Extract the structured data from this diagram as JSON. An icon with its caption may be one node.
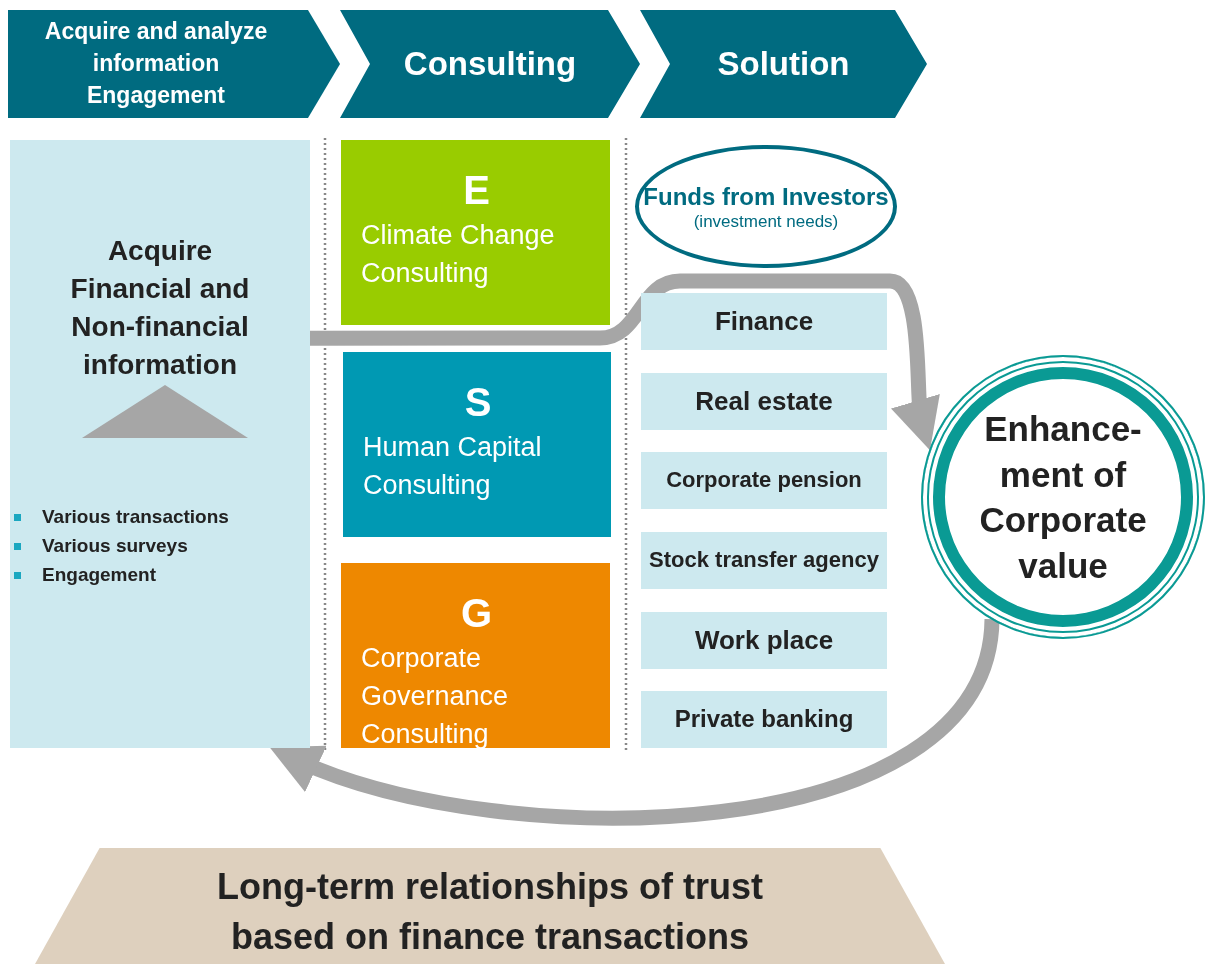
{
  "diagram": {
    "nodes": [
      {
        "text": [
          "Acquire and analyze information Engagement"
        ]
      },
      {
        "text": [
          "Consulting"
        ]
      },
      {
        "text": [
          "Solution"
        ]
      },
      {
        "text": [
          "Acquire Financial and Non-financial information",
          "Various transactions",
          "Various surveys",
          "Engagement"
        ]
      },
      {
        "text": [
          "E",
          "Climate Change Consulting"
        ]
      },
      {
        "text": [
          "S",
          "Human Capital Consulting"
        ]
      },
      {
        "text": [
          "G",
          "Corporate Governance Consulting"
        ]
      },
      {
        "text": [
          "Funds from Investors",
          "(investment needs)"
        ]
      },
      {
        "text": [
          "Finance"
        ]
      },
      {
        "text": [
          "Real estate"
        ]
      },
      {
        "text": [
          "Corporate pension"
        ]
      },
      {
        "text": [
          "Stock transfer agency"
        ]
      },
      {
        "text": [
          "Work place"
        ]
      },
      {
        "text": [
          "Private banking"
        ]
      },
      {
        "text": [
          "Enhance-ment of Corporate value"
        ]
      },
      {
        "text": [
          "Long-term relationships of trust based on finance transactions"
        ]
      }
    ],
    "edges": [
      {
        "from": 3,
        "to": 14,
        "arrow": "to"
      },
      {
        "from": 14,
        "to": 3,
        "arrow": "to"
      }
    ]
  }
}
